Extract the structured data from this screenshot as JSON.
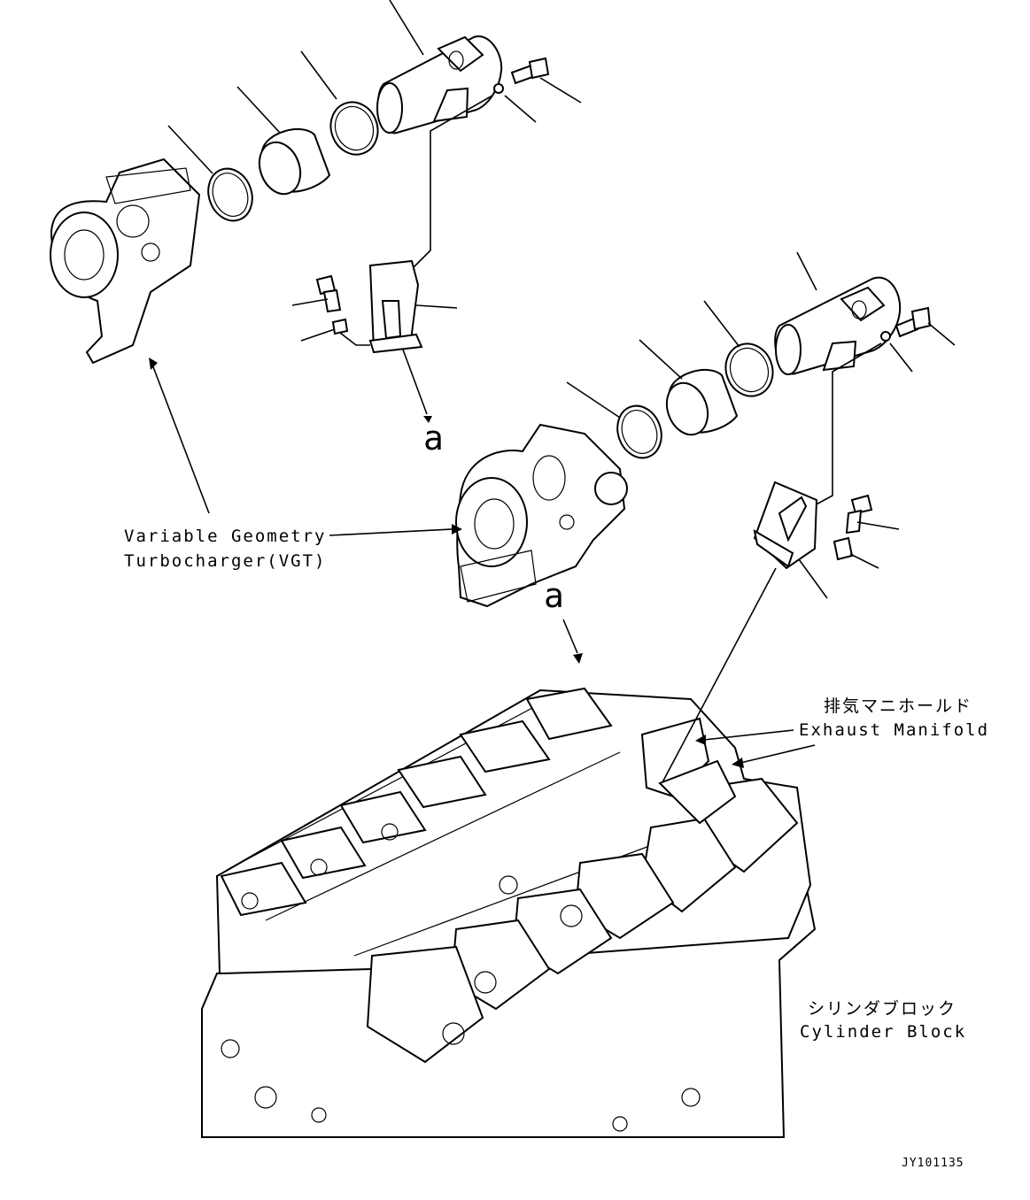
{
  "colors": {
    "ink": "#000000",
    "paper": "#ffffff"
  },
  "labels": {
    "vgt_line1": "Variable Geometry",
    "vgt_line2": "Turbocharger(VGT)",
    "exhaust_jp": "排気マニホールド",
    "exhaust_en": "Exhaust Manifold",
    "cylinder_jp": "シリンダブロック",
    "cylinder_en": "Cylinder Block",
    "callout_upper": "a",
    "callout_lower": "a",
    "drawing_code": "JY101135"
  }
}
